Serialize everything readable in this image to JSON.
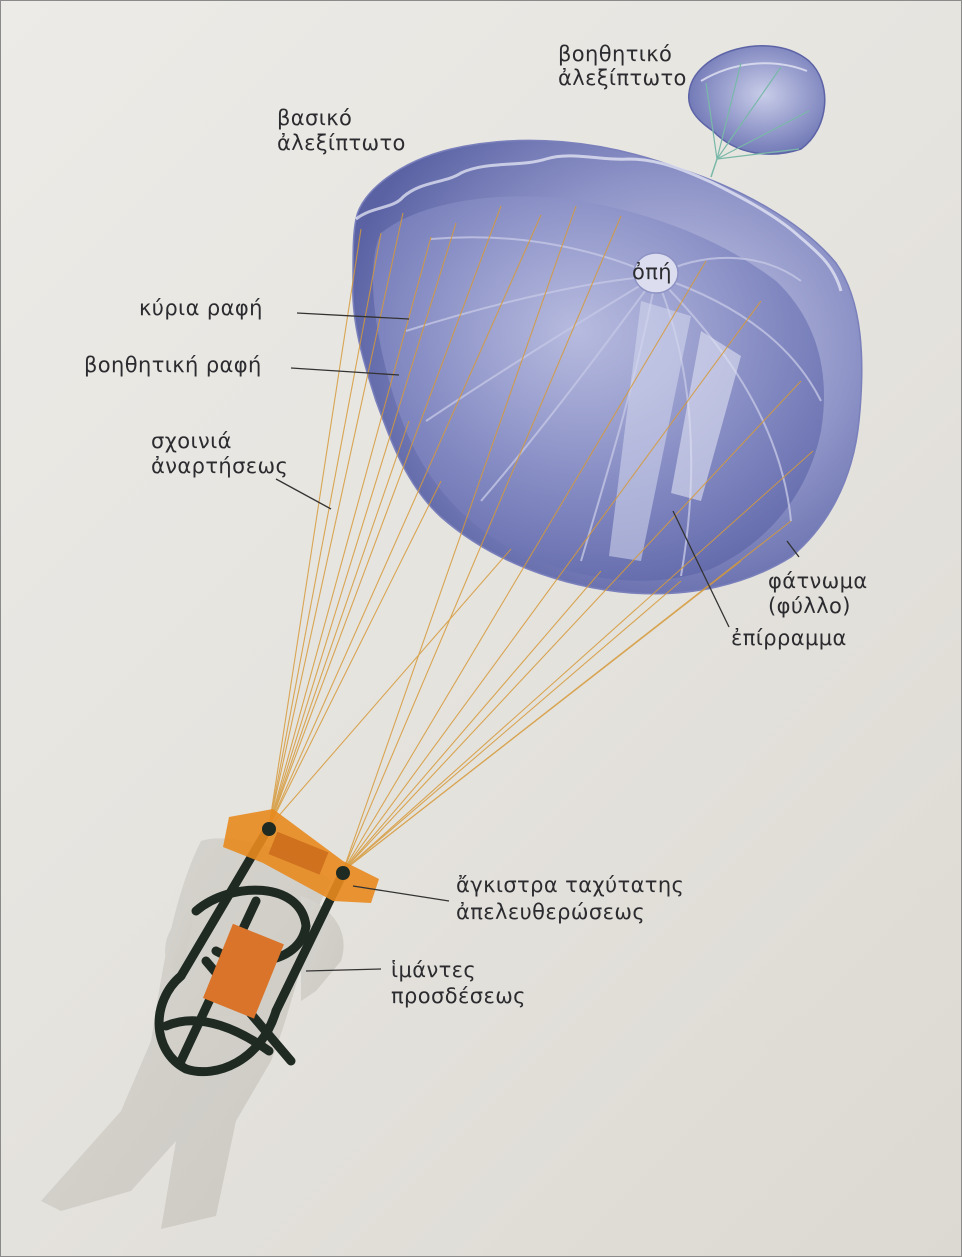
{
  "labels": {
    "pilot_chute": [
      "βοηθητικό",
      "ἀλεξίπτωτο"
    ],
    "main_canopy": [
      "βασικό",
      "ἀλεξίπτωτο"
    ],
    "vent": "ὀπή",
    "main_seam": "κύρια ραφή",
    "secondary_seam": "βοηθητική ραφή",
    "suspension_lines": [
      "σχοινιά",
      "ἀναρτήσεως"
    ],
    "gore_panel": [
      "φάτνωμα",
      "(φύλλο)"
    ],
    "patch": "ἐπίρραμμα",
    "quick_release_hooks": [
      "ἄγκιστρα ταχύτατης",
      "ἀπελευθερώσεως"
    ],
    "harness_straps": [
      "ἱμάντες",
      "προσδέσεως"
    ]
  },
  "colors": {
    "canopy_light": "#c9cbe6",
    "canopy_mid": "#8f95c8",
    "canopy_dark": "#5a62a4",
    "suspension_line": "#d69a3a",
    "harness": "#1f2a22",
    "connector_orange": "#e88a1e",
    "leader_line": "#333333"
  }
}
